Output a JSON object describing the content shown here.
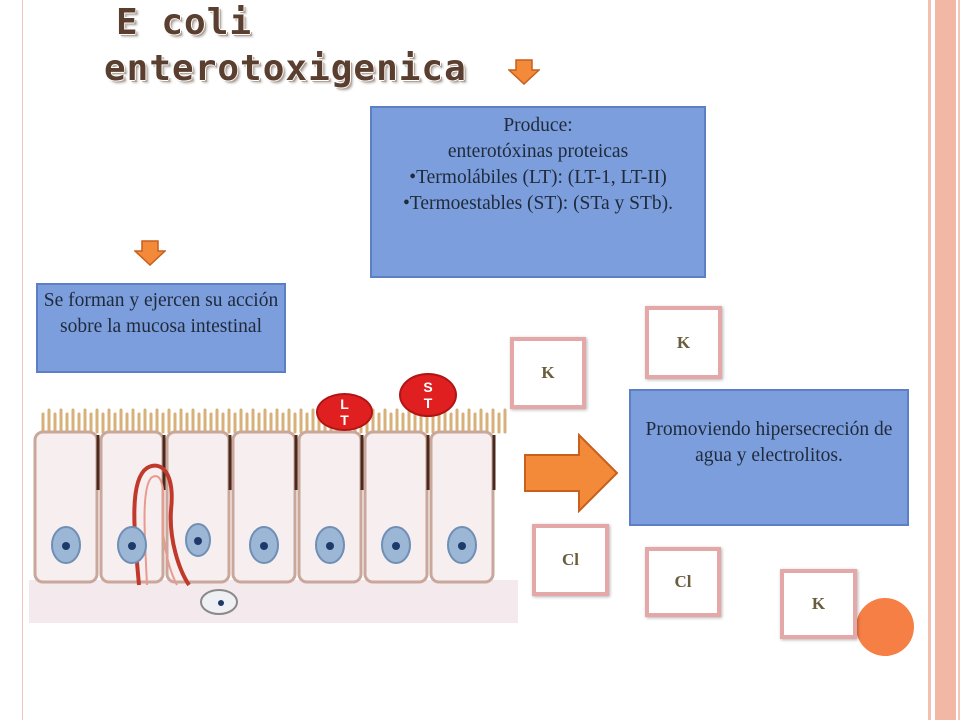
{
  "title": {
    "line1": "E coli",
    "line2": "enterotoxigenica"
  },
  "produce_box": {
    "line1": "Produce:",
    "line2": "enterotóxinas proteicas",
    "bullet1": "•Termolábiles (LT): (LT-1, LT-II)",
    "bullet2": "•Termoestables (ST): (STa y STb)."
  },
  "forman_box": {
    "text": "Se forman y ejercen su acción sobre la mucosa intestinal"
  },
  "promo_box": {
    "text": "Promoviendo hipersecreción de agua y electrolitos."
  },
  "toxins": {
    "lt": {
      "top": "L",
      "bottom": "T"
    },
    "st": {
      "top": "S",
      "bottom": "T"
    }
  },
  "ions": {
    "k1": "K",
    "k2": "K",
    "cl1": "Cl",
    "cl2": "Cl",
    "k3": "K"
  },
  "colors": {
    "box_blue": "#7c9edd",
    "arrow_orange": "#f28a3a",
    "toxin_red": "#e02020",
    "ion_border": "#e5a8a8",
    "stripe_pink": "#f2b8a5"
  },
  "icons": {
    "arrow_down": "arrow-down-icon",
    "arrow_right": "arrow-right-icon",
    "cells": "intestinal-cells-illustration"
  }
}
